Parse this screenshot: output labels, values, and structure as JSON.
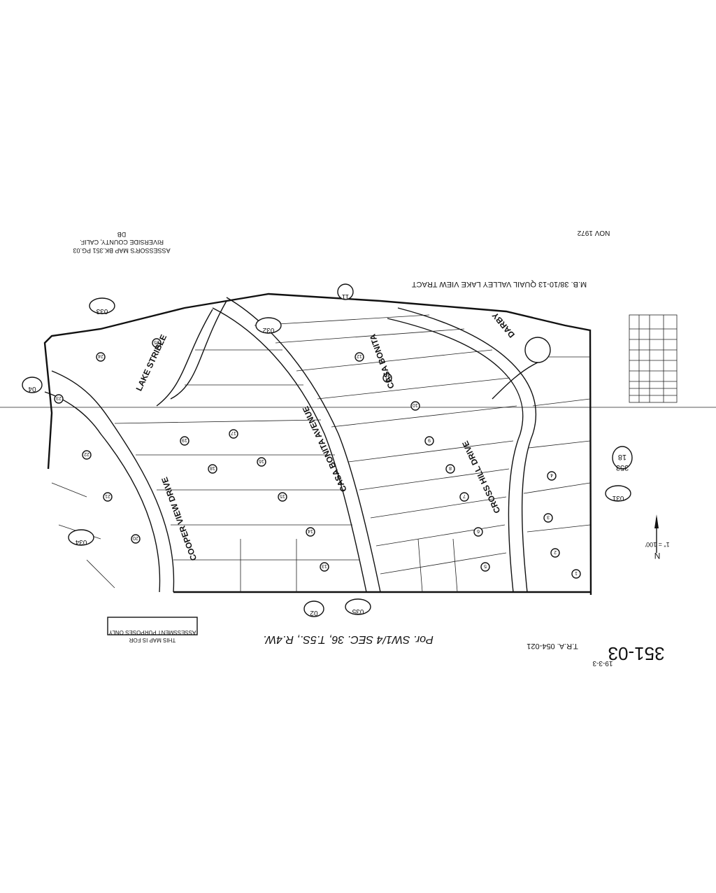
{
  "map": {
    "book_page": "351-03",
    "page_number": "18",
    "page_number_ref": "353",
    "date_stamp": "19-3-3",
    "tra": "T.R.A. 054-021",
    "legal_description": "Por. SW1/4 SEC. 36, T.5S., R.4W.",
    "tract": "M.B. 38/10-13  QUAIL VALLEY LAKE VIEW TRACT",
    "revision_date": "NOV 1972",
    "assessor_title": "ASSESSOR'S MAP BK.351 PG.03",
    "county": "RIVERSIDE COUNTY, CALIF.",
    "initials": "DB",
    "disclaimer_line1": "THIS MAP IS FOR",
    "disclaimer_line2": "ASSESSMENT PURPOSES ONLY",
    "scale": "1\" = 100'",
    "north_arrow": "N"
  },
  "streets": [
    "CROSS HILL DRIVE",
    "DARBY",
    "CASA BONITA AVENUE",
    "COOPER VIEW DRIVE",
    "LAKE STRIBLE",
    "CASA BONITA"
  ],
  "sheet_refs": [
    "033",
    "032",
    "031",
    "034",
    "035",
    "04",
    "02",
    "11"
  ],
  "lots": [
    "1",
    "2",
    "3",
    "4",
    "5",
    "6",
    "7",
    "8",
    "9",
    "10",
    "11",
    "12",
    "13",
    "14",
    "15",
    "16",
    "17",
    "18",
    "19",
    "20",
    "21",
    "22",
    "23",
    "24",
    "25"
  ]
}
